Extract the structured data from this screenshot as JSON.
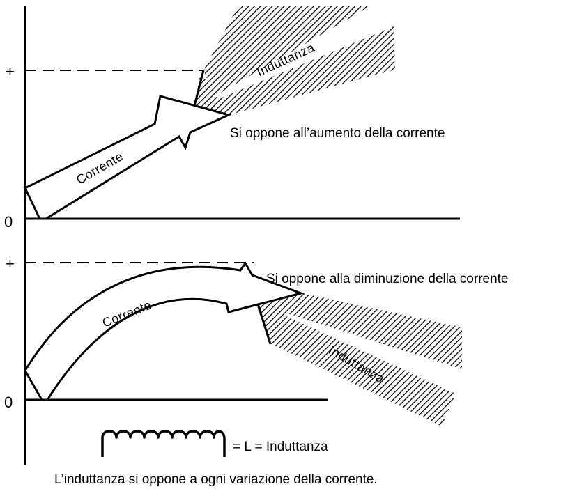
{
  "axes": {
    "plus": "+",
    "zero": "0"
  },
  "top": {
    "current": "Corrente",
    "inductance": "Induttanza",
    "note": "Si oppone all’aumento della corrente"
  },
  "bottom": {
    "current": "Corrente",
    "inductance": "Induttanza",
    "note": "Si oppone alla diminuzione della corrente"
  },
  "legend": {
    "text": "= L = Induttanza"
  },
  "caption": "L’induttanza si oppone a ogni variazione della corrente."
}
